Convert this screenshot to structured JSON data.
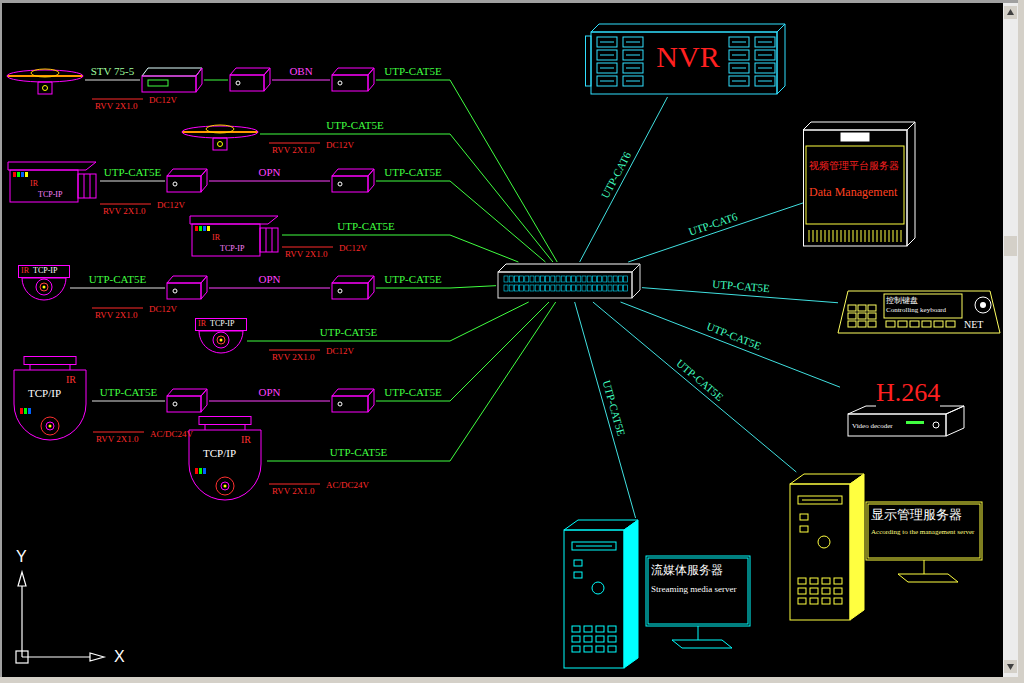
{
  "diagram": {
    "nodes": [
      {
        "text": []
      },
      {
        "text": []
      },
      {
        "text": []
      },
      {
        "text": []
      },
      {
        "text": []
      },
      {
        "text": [
          "IR",
          "TCP-IP"
        ]
      },
      {
        "text": []
      },
      {
        "text": []
      },
      {
        "text": [
          "IR",
          "TCP-IP"
        ]
      },
      {
        "text": [
          "IR",
          "TCP-IP"
        ]
      },
      {
        "text": []
      },
      {
        "text": []
      },
      {
        "text": [
          "IR",
          "TCP-IP"
        ]
      },
      {
        "text": [
          "IR",
          "TCP/IP"
        ]
      },
      {
        "text": []
      },
      {
        "text": []
      },
      {
        "text": [
          "IR",
          "TCP/IP"
        ]
      },
      {
        "text": []
      },
      {
        "text": [
          "NVR"
        ]
      },
      {
        "text": [
          "视频管理平台服务器",
          "Data Management"
        ]
      },
      {
        "text": [
          "控制键盘",
          "Controlling keyboard",
          "NET"
        ]
      },
      {
        "text": [
          "H.264",
          "Video decoder"
        ]
      },
      {
        "text": [
          "显示管理服务器",
          "According to the management server"
        ]
      },
      {
        "text": [
          "流媒体服务器",
          "Streaming media server"
        ]
      }
    ],
    "edges": [
      {
        "from": 0,
        "to": 1,
        "label": "STV 75-5",
        "arrow": "none"
      },
      {
        "from": 1,
        "to": 2,
        "arrow": "none"
      },
      {
        "from": 2,
        "to": 3,
        "label": "OBN",
        "arrow": "none"
      },
      {
        "from": 3,
        "to": 17,
        "label": "UTP-CAT5E",
        "arrow": "none"
      },
      {
        "from": 4,
        "to": 17,
        "label": "UTP-CAT5E",
        "arrow": "none"
      },
      {
        "from": 5,
        "to": 6,
        "label": "UTP-CAT5E",
        "arrow": "none"
      },
      {
        "from": 6,
        "to": 7,
        "label": "OPN",
        "arrow": "none"
      },
      {
        "from": 7,
        "to": 17,
        "label": "UTP-CAT5E",
        "arrow": "none"
      },
      {
        "from": 8,
        "to": 17,
        "label": "UTP-CAT5E",
        "arrow": "none"
      },
      {
        "from": 9,
        "to": 10,
        "label": "UTP-CAT5E",
        "arrow": "none"
      },
      {
        "from": 10,
        "to": 11,
        "label": "OPN",
        "arrow": "none"
      },
      {
        "from": 11,
        "to": 17,
        "label": "UTP-CAT5E",
        "arrow": "none"
      },
      {
        "from": 12,
        "to": 17,
        "label": "UTP-CAT5E",
        "arrow": "none"
      },
      {
        "from": 13,
        "to": 14,
        "label": "UTP-CAT5E",
        "arrow": "none"
      },
      {
        "from": 14,
        "to": 15,
        "label": "OPN",
        "arrow": "none"
      },
      {
        "from": 15,
        "to": 17,
        "label": "UTP-CAT5E",
        "arrow": "none"
      },
      {
        "from": 16,
        "to": 17,
        "label": "UTP-CAT5E",
        "arrow": "none"
      },
      {
        "from": 17,
        "to": 18,
        "label": "UTP-CAT6",
        "arrow": "none"
      },
      {
        "from": 17,
        "to": 19,
        "label": "UTP-CAT6",
        "arrow": "none"
      },
      {
        "from": 17,
        "to": 20,
        "label": "UTP-CAT5E",
        "arrow": "none"
      },
      {
        "from": 17,
        "to": 21,
        "label": "UTP-CAT5E",
        "arrow": "none"
      },
      {
        "from": 17,
        "to": 22,
        "label": "UTP-CAT5E",
        "arrow": "none"
      },
      {
        "from": 17,
        "to": 23,
        "label": "UTP-CAT5E",
        "arrow": "none"
      }
    ],
    "labels": [
      "RVV 2X1.0",
      "DC12V",
      "RVV 2X1.0",
      "DC12V",
      "RVV 2X1.0",
      "DC12V",
      "RVV 2X1.0",
      "DC12V",
      "RVV 2X1.0",
      "DC12V",
      "RVV 2X1.0",
      "DC12V",
      "RVV 2X1.0",
      "AC/DC24V",
      "RVV 2X1.0",
      "AC/DC24V",
      "Y",
      "X"
    ]
  }
}
